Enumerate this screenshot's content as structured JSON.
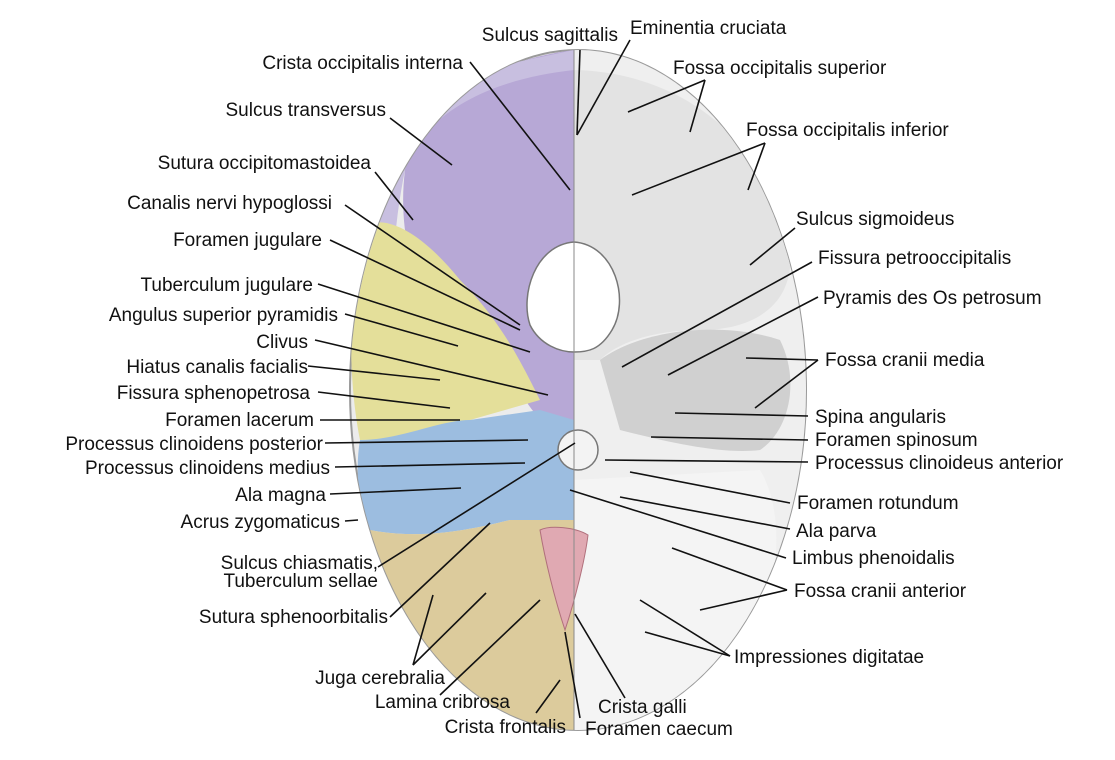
{
  "colors": {
    "occipital": "#b7a8d6",
    "temporal": "#e4df9a",
    "sphenoid": "#9cbde0",
    "frontal": "#dccb9c",
    "ethmoid": "#e0a9b2",
    "bone_gray": "#e3e3e3",
    "bone_light": "#f4f4f4",
    "outline": "#9a9a9a"
  },
  "labels": {
    "sulcus_sagittalis": "Sulcus sagittalis",
    "eminentia_cruciata": "Eminentia cruciata",
    "crista_occipitalis_interna": "Crista occipitalis interna",
    "fossa_occipitalis_superior": "Fossa occipitalis superior",
    "sulcus_transversus": "Sulcus transversus",
    "fossa_occipitalis_inferior": "Fossa occipitalis inferior",
    "sutura_occipitomastoidea": "Sutura occipitomastoidea",
    "canalis_nervi_hypoglossi": "Canalis nervi hypoglossi",
    "sulcus_sigmoideus": "Sulcus sigmoideus",
    "foramen_jugulare": "Foramen jugulare",
    "fissura_petrooccipitalis": "Fissura petrooccipitalis",
    "tuberculum_jugulare": "Tuberculum jugulare",
    "pyramis_des_os_petrosum": "Pyramis des Os petrosum",
    "angulus_superior_pyramidis": "Angulus superior pyramidis",
    "clivus": "Clivus",
    "fossa_cranii_media": "Fossa cranii media",
    "hiatus_canalis_facialis": "Hiatus canalis facialis",
    "fissura_sphenopetrosa": "Fissura sphenopetrosa",
    "spina_angularis": "Spina angularis",
    "foramen_lacerum": "Foramen lacerum",
    "foramen_spinosum": "Foramen spinosum",
    "processus_clinoidens_posterior": "Processus clinoidens posterior",
    "processus_clinoideus_anterior": "Processus clinoideus anterior",
    "processus_clinoidens_medius": "Processus clinoidens medius",
    "ala_magna": "Ala magna",
    "foramen_rotundum": "Foramen rotundum",
    "acrus_zygomaticus": "Acrus zygomaticus",
    "ala_parva": "Ala parva",
    "sulcus_chiasmatis_1": "Sulcus chiasmatis,",
    "sulcus_chiasmatis_2": "Tuberculum sellae",
    "limbus_phenoidalis": "Limbus phenoidalis",
    "fossa_cranii_anterior": "Fossa cranii anterior",
    "sutura_sphenoorbitalis": "Sutura sphenoorbitalis",
    "impressiones_digitatae": "Impressiones digitatae",
    "juga_cerebralia": "Juga cerebralia",
    "lamina_cribrosa": "Lamina cribrosa",
    "crista_galli": "Crista galli",
    "crista_frontalis": "Crista frontalis",
    "foramen_caecum": "Foramen caecum"
  }
}
